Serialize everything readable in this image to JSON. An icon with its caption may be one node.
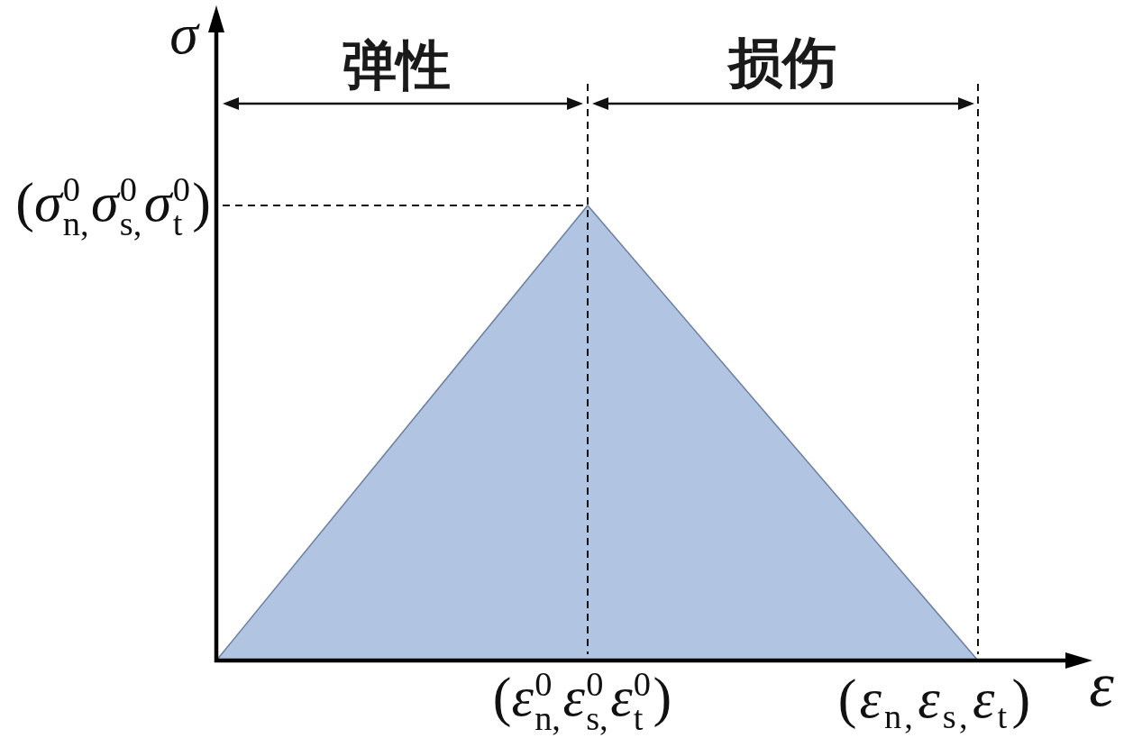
{
  "diagram": {
    "labels": [
      "σ",
      "弹性",
      "损伤",
      "(*σ*$_{n,}$$^{0}$*σ*$_{s,}$$^{0}$*σ*$_{t}$$^{0}$)",
      "(*ε*$_{n,}$$^{0}$*ε*$_{s,}$$^{0}$*ε*$_{t}$$^{0}$)",
      "(*ε*$_{n,}$*ε*$_{s,}$*ε*$_{t}$)",
      "ε"
    ]
  }
}
